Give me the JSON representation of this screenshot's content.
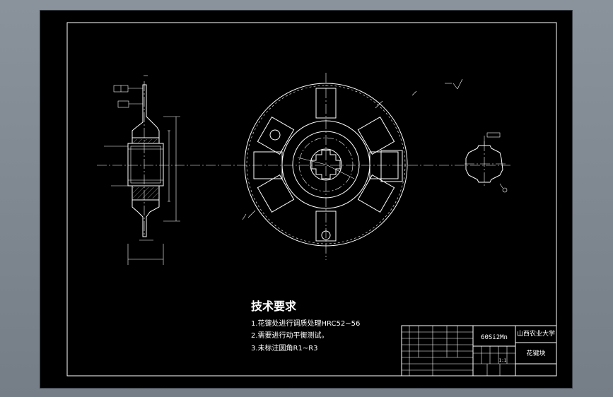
{
  "tech_requirements": {
    "title": "技术要求",
    "items": [
      "1.花键处进行调质处理HRC52~56",
      "2.需要进行动平衡测试。",
      "3.未标注圆角R1~R3"
    ]
  },
  "title_block": {
    "material": "60Si2Mn",
    "school": "山西农业大学",
    "part_name": "花键块",
    "scale": "1:1"
  },
  "colors": {
    "background": "#000000",
    "lines": "#ffffff",
    "frame": "#7d8590"
  }
}
